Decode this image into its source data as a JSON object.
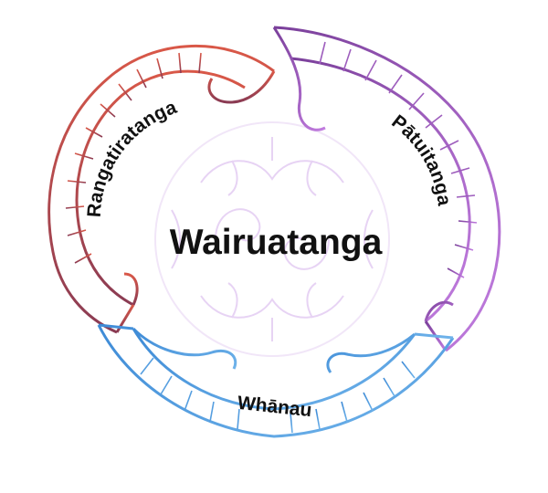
{
  "diagram": {
    "center": {
      "label": "Wairuatanga",
      "pattern_color": "#e7d3f4"
    },
    "segments": [
      {
        "id": "rangatiratanga",
        "label": "Rangatiratanga",
        "color_start": "#d95848",
        "color_end": "#8a3b53"
      },
      {
        "id": "patuitanga",
        "label": "Pātuitanga",
        "color_start": "#7a3f9a",
        "color_end": "#c27de0"
      },
      {
        "id": "whanau",
        "label": "Whānau",
        "color_start": "#3d8ad6",
        "color_end": "#6fb3ea"
      }
    ]
  }
}
